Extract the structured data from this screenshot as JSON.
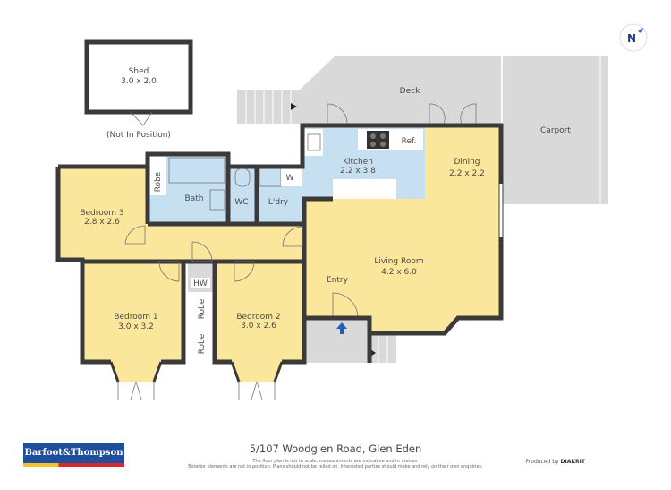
{
  "plan": {
    "rooms": {
      "shed": {
        "name": "Shed",
        "size": "3.0 x 2.0",
        "note": "(Not In Position)"
      },
      "deck": {
        "name": "Deck"
      },
      "carport": {
        "name": "Carport"
      },
      "kitchen": {
        "name": "Kitchen",
        "size": "2.2 x 3.8"
      },
      "dining": {
        "name": "Dining",
        "size": "2.2 x 2.2"
      },
      "living": {
        "name": "Living Room",
        "size": "4.2 x 6.0"
      },
      "entry": {
        "name": "Entry"
      },
      "bedroom3": {
        "name": "Bedroom 3",
        "size": "2.8 x 2.6"
      },
      "bedroom1": {
        "name": "Bedroom 1",
        "size": "3.0 x 3.2"
      },
      "bedroom2": {
        "name": "Bedroom 2",
        "size": "3.0 x 2.6"
      },
      "bath": {
        "name": "Bath"
      },
      "wc": {
        "name": "WC"
      },
      "laundry": {
        "name": "L'dry"
      }
    },
    "fixtures": {
      "ref": "Ref.",
      "w": "W",
      "hw": "HW",
      "robe": "Robe"
    },
    "compass": "N",
    "colors": {
      "living": "#fbe79b",
      "wet": "#c7e0f1",
      "outdoor": "#d9d9d9",
      "wall": "#3a3a3a",
      "entry_arrow": "#1f5fb8"
    }
  },
  "footer": {
    "address": "5/107 Woodglen Road, Glen Eden",
    "disclaimer_1": "The floor plan is not to scale, measurements are indicative and in metres.",
    "disclaimer_2": "Exterior elements are not in position. Plans should not be relied on. Interested parties should make and rely on their own enquiries.",
    "logo": "Barfoot&Thompson",
    "produced_by": "Produced by",
    "producer": "DIAKRIT"
  }
}
